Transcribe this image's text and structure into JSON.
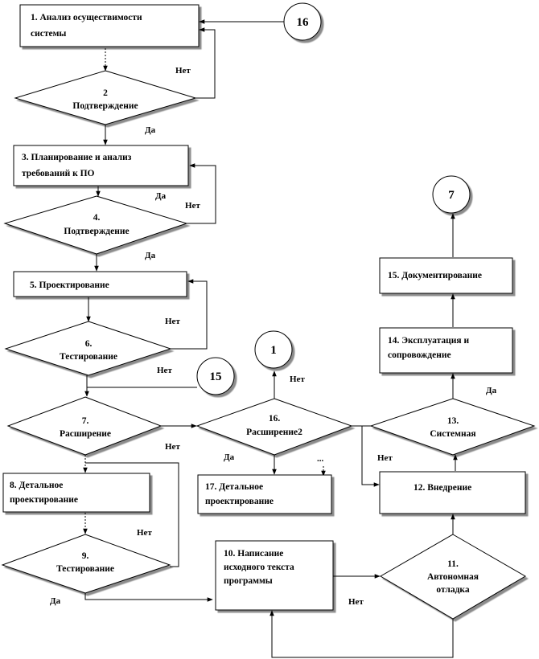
{
  "nodes": {
    "n1": [
      "1. Анализ осуществимости",
      "системы"
    ],
    "n2": [
      "2",
      "Подтверждение"
    ],
    "n3": [
      "3. Планирование и анализ",
      "требований к ПО"
    ],
    "n4": [
      "4.",
      "Подтверждение"
    ],
    "n5": [
      "5. Проектирование"
    ],
    "n6": [
      "6.",
      "Тестирование"
    ],
    "n7": [
      "7.",
      "Расширение"
    ],
    "n8": [
      "8. Детальное",
      "проектирование"
    ],
    "n9": [
      "9.",
      "Тестирование"
    ],
    "n10": [
      "10. Написание",
      "исходного текста",
      "программы"
    ],
    "n11": [
      "11.",
      "Автономная",
      "отладка"
    ],
    "n12": [
      "12. Внедрение"
    ],
    "n13": [
      "13.",
      "Системная"
    ],
    "n14": [
      "14. Эксплуатация и",
      "сопровождение"
    ],
    "n15": [
      "15. Документирование"
    ],
    "n16": [
      "16.",
      "Расширение2"
    ],
    "n17": [
      "17. Детальное",
      "проектирование"
    ]
  },
  "connectors": {
    "c16": "16",
    "c7": "7",
    "c1": "1",
    "c15": "15"
  },
  "edge_labels": {
    "no_n2": "Нет",
    "yes_n2": "Да",
    "yes_n4_top": "Да",
    "no_n4": "Нет",
    "yes_n4": "Да",
    "no_n6": "Нет",
    "no_n6_low": "Нет",
    "no_n7": "Нет",
    "no_n9": "Нет",
    "yes_n9": "Да",
    "yes_n16": "Да",
    "no_n16": "Нет",
    "ellipsis": "...",
    "no_n13": "Нет",
    "yes_n13": "Да",
    "no_n11": "Нет"
  }
}
